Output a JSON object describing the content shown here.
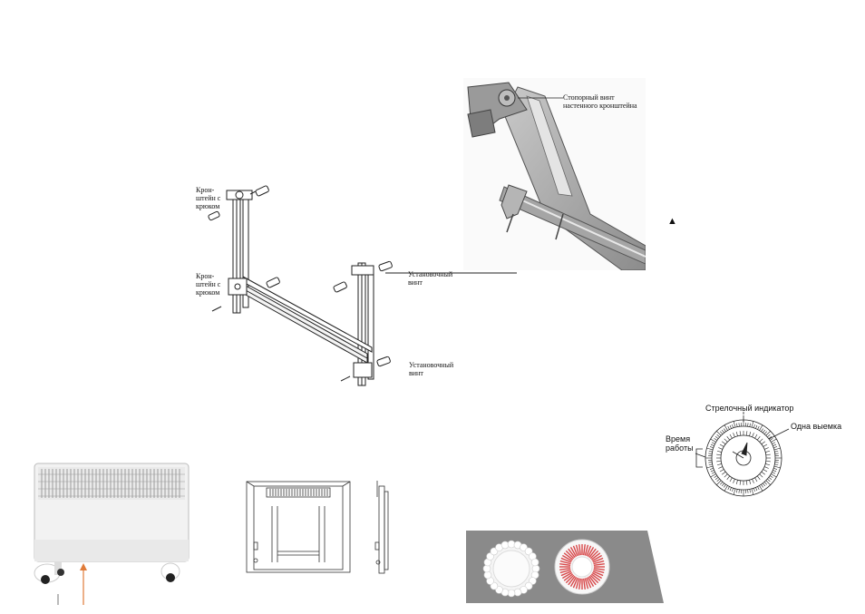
{
  "stand_diagram": {
    "label_bracket_top": "Крон-\nштейн с\nкрюком",
    "label_bracket_mid": "Крон-\nштейн с\nкрюком",
    "label_screw_top": "Установочный\nвинт",
    "label_screw_bottom": "Установочный\nвинт"
  },
  "bracket_photo": {
    "label_stop_screw": "Стопорный винт\nнастенного кронштейна"
  },
  "warning_symbol": "▲",
  "timer_diagram": {
    "label_pointer": "Стрелочный индикатор",
    "label_notch": "Одна выемка",
    "label_work_time": "Время\nработы"
  }
}
